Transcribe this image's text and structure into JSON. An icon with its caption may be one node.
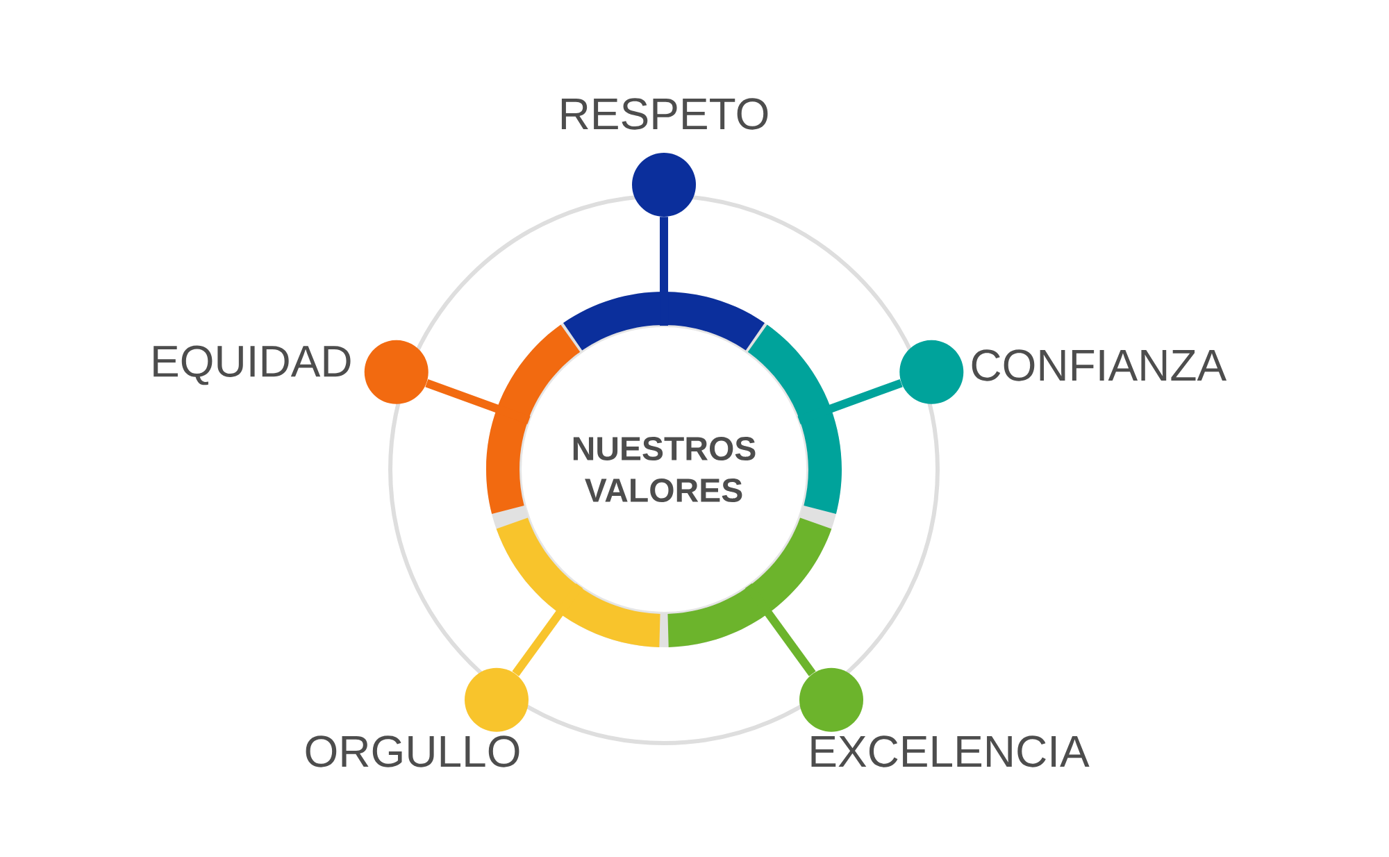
{
  "diagram": {
    "nodes": [
      {
        "text": [
          "NUESTROS VALORES"
        ]
      },
      {
        "text": [],
        "shape": "circle",
        "beside": [
          "RESPETO"
        ]
      },
      {
        "text": [],
        "shape": "circle",
        "beside": [
          "CONFIANZA"
        ]
      },
      {
        "text": [],
        "shape": "circle",
        "beside": [
          "EXCELENCIA"
        ]
      },
      {
        "text": [],
        "shape": "circle",
        "beside": [
          "ORGULLO"
        ]
      },
      {
        "text": [],
        "shape": "circle",
        "beside": [
          "EQUIDAD"
        ]
      }
    ],
    "edges": [
      {
        "from": 0,
        "to": 1,
        "arrow": "none",
        "color": "#0b2f9c"
      },
      {
        "from": 0,
        "to": 2,
        "arrow": "none",
        "color": "#00a39b"
      },
      {
        "from": 0,
        "to": 3,
        "arrow": "none",
        "color": "#6cb42c"
      },
      {
        "from": 0,
        "to": 4,
        "arrow": "none",
        "color": "#f8c42c"
      },
      {
        "from": 0,
        "to": 5,
        "arrow": "none",
        "color": "#f26a10"
      }
    ]
  }
}
